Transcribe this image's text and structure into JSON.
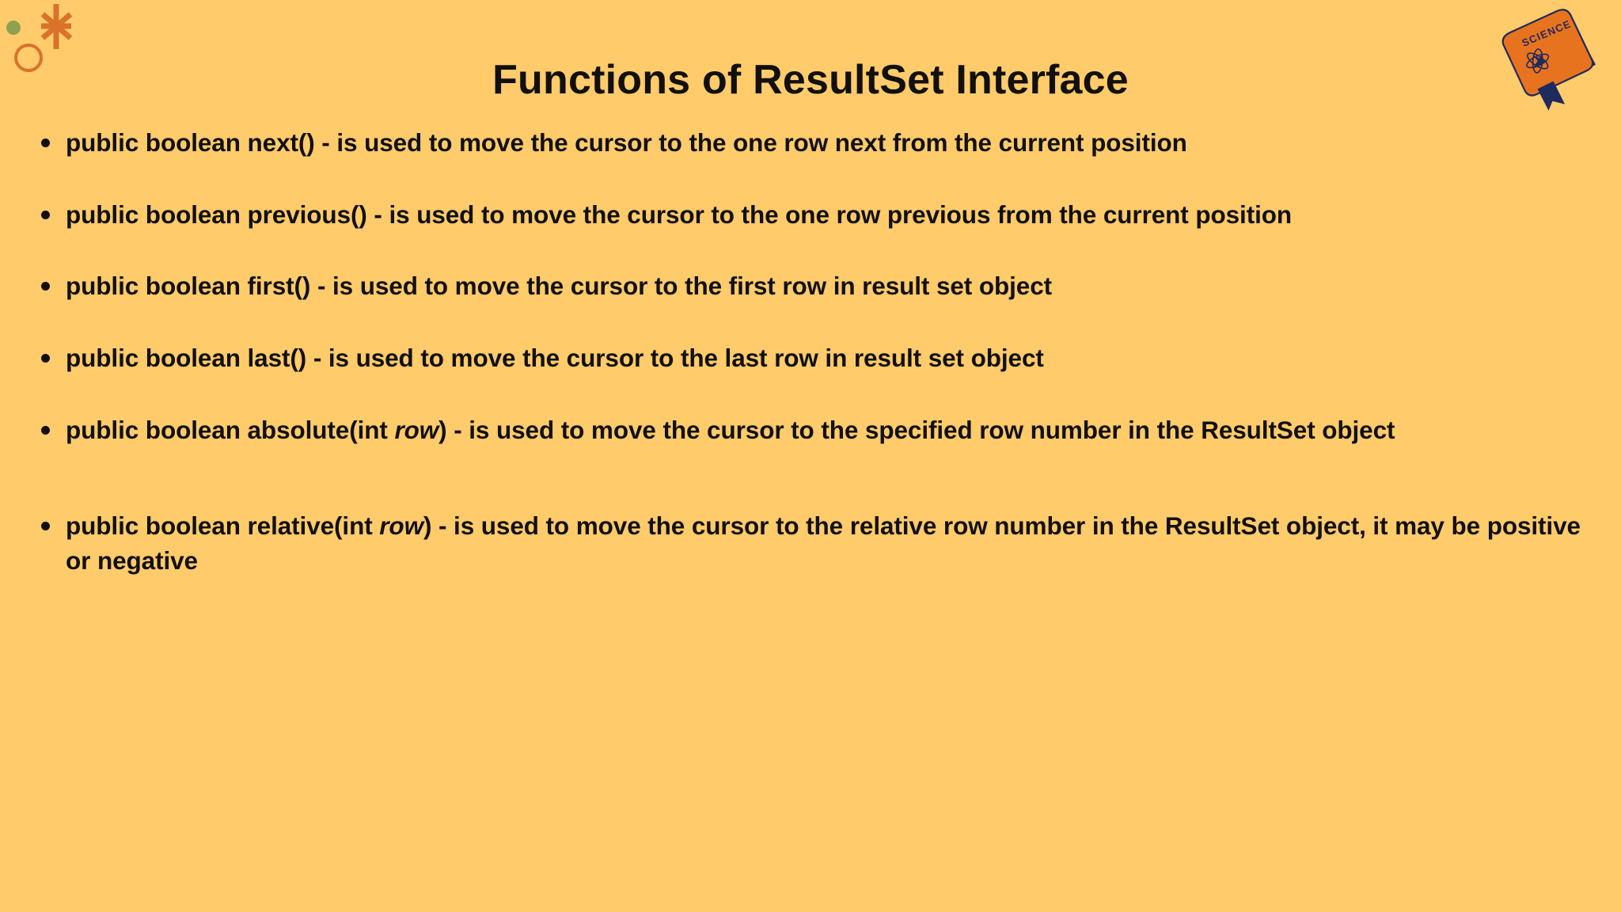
{
  "slide": {
    "background_color": "#FFCB6B",
    "text_color": "#12100C",
    "title": "Functions of ResultSet Interface"
  },
  "decorations": {
    "asterisk": {
      "name": "asterisk-doodle",
      "color": "#D9722A"
    },
    "dot": {
      "name": "green-dot-doodle",
      "color": "#8FA14F"
    },
    "circle": {
      "name": "circle-outline-doodle",
      "color": "#D9722A"
    },
    "book": {
      "name": "science-book-illustration",
      "label": "SCIENCE",
      "cover_color": "#E8731E",
      "bookmark_color": "#1F2A5E",
      "pages_color": "#FAF4E8"
    }
  },
  "bullets": [
    {
      "id": "next",
      "prefix": "public boolean next() - is used to move the cursor to the one row next from the current position",
      "emphasis": "",
      "suffix": ""
    },
    {
      "id": "previous",
      "prefix": "public boolean previous() - is used to move the cursor to the one row previous from the current position",
      "emphasis": "",
      "suffix": ""
    },
    {
      "id": "first",
      "prefix": "public boolean first() - is used to move the cursor to the first row in result set object",
      "emphasis": "",
      "suffix": ""
    },
    {
      "id": "last",
      "prefix": "public boolean last() - is used to move the cursor to the last row in result set object",
      "emphasis": "",
      "suffix": ""
    },
    {
      "id": "absolute",
      "prefix": "public boolean absolute(int ",
      "emphasis": "row",
      "suffix": ") - is used to move the cursor to the specified row number in the ResultSet object"
    },
    {
      "id": "relative",
      "prefix": "public boolean relative(int ",
      "emphasis": "row",
      "suffix": ") - is used to move the cursor to the relative row number in the ResultSet object, it may be positive or negative"
    }
  ]
}
